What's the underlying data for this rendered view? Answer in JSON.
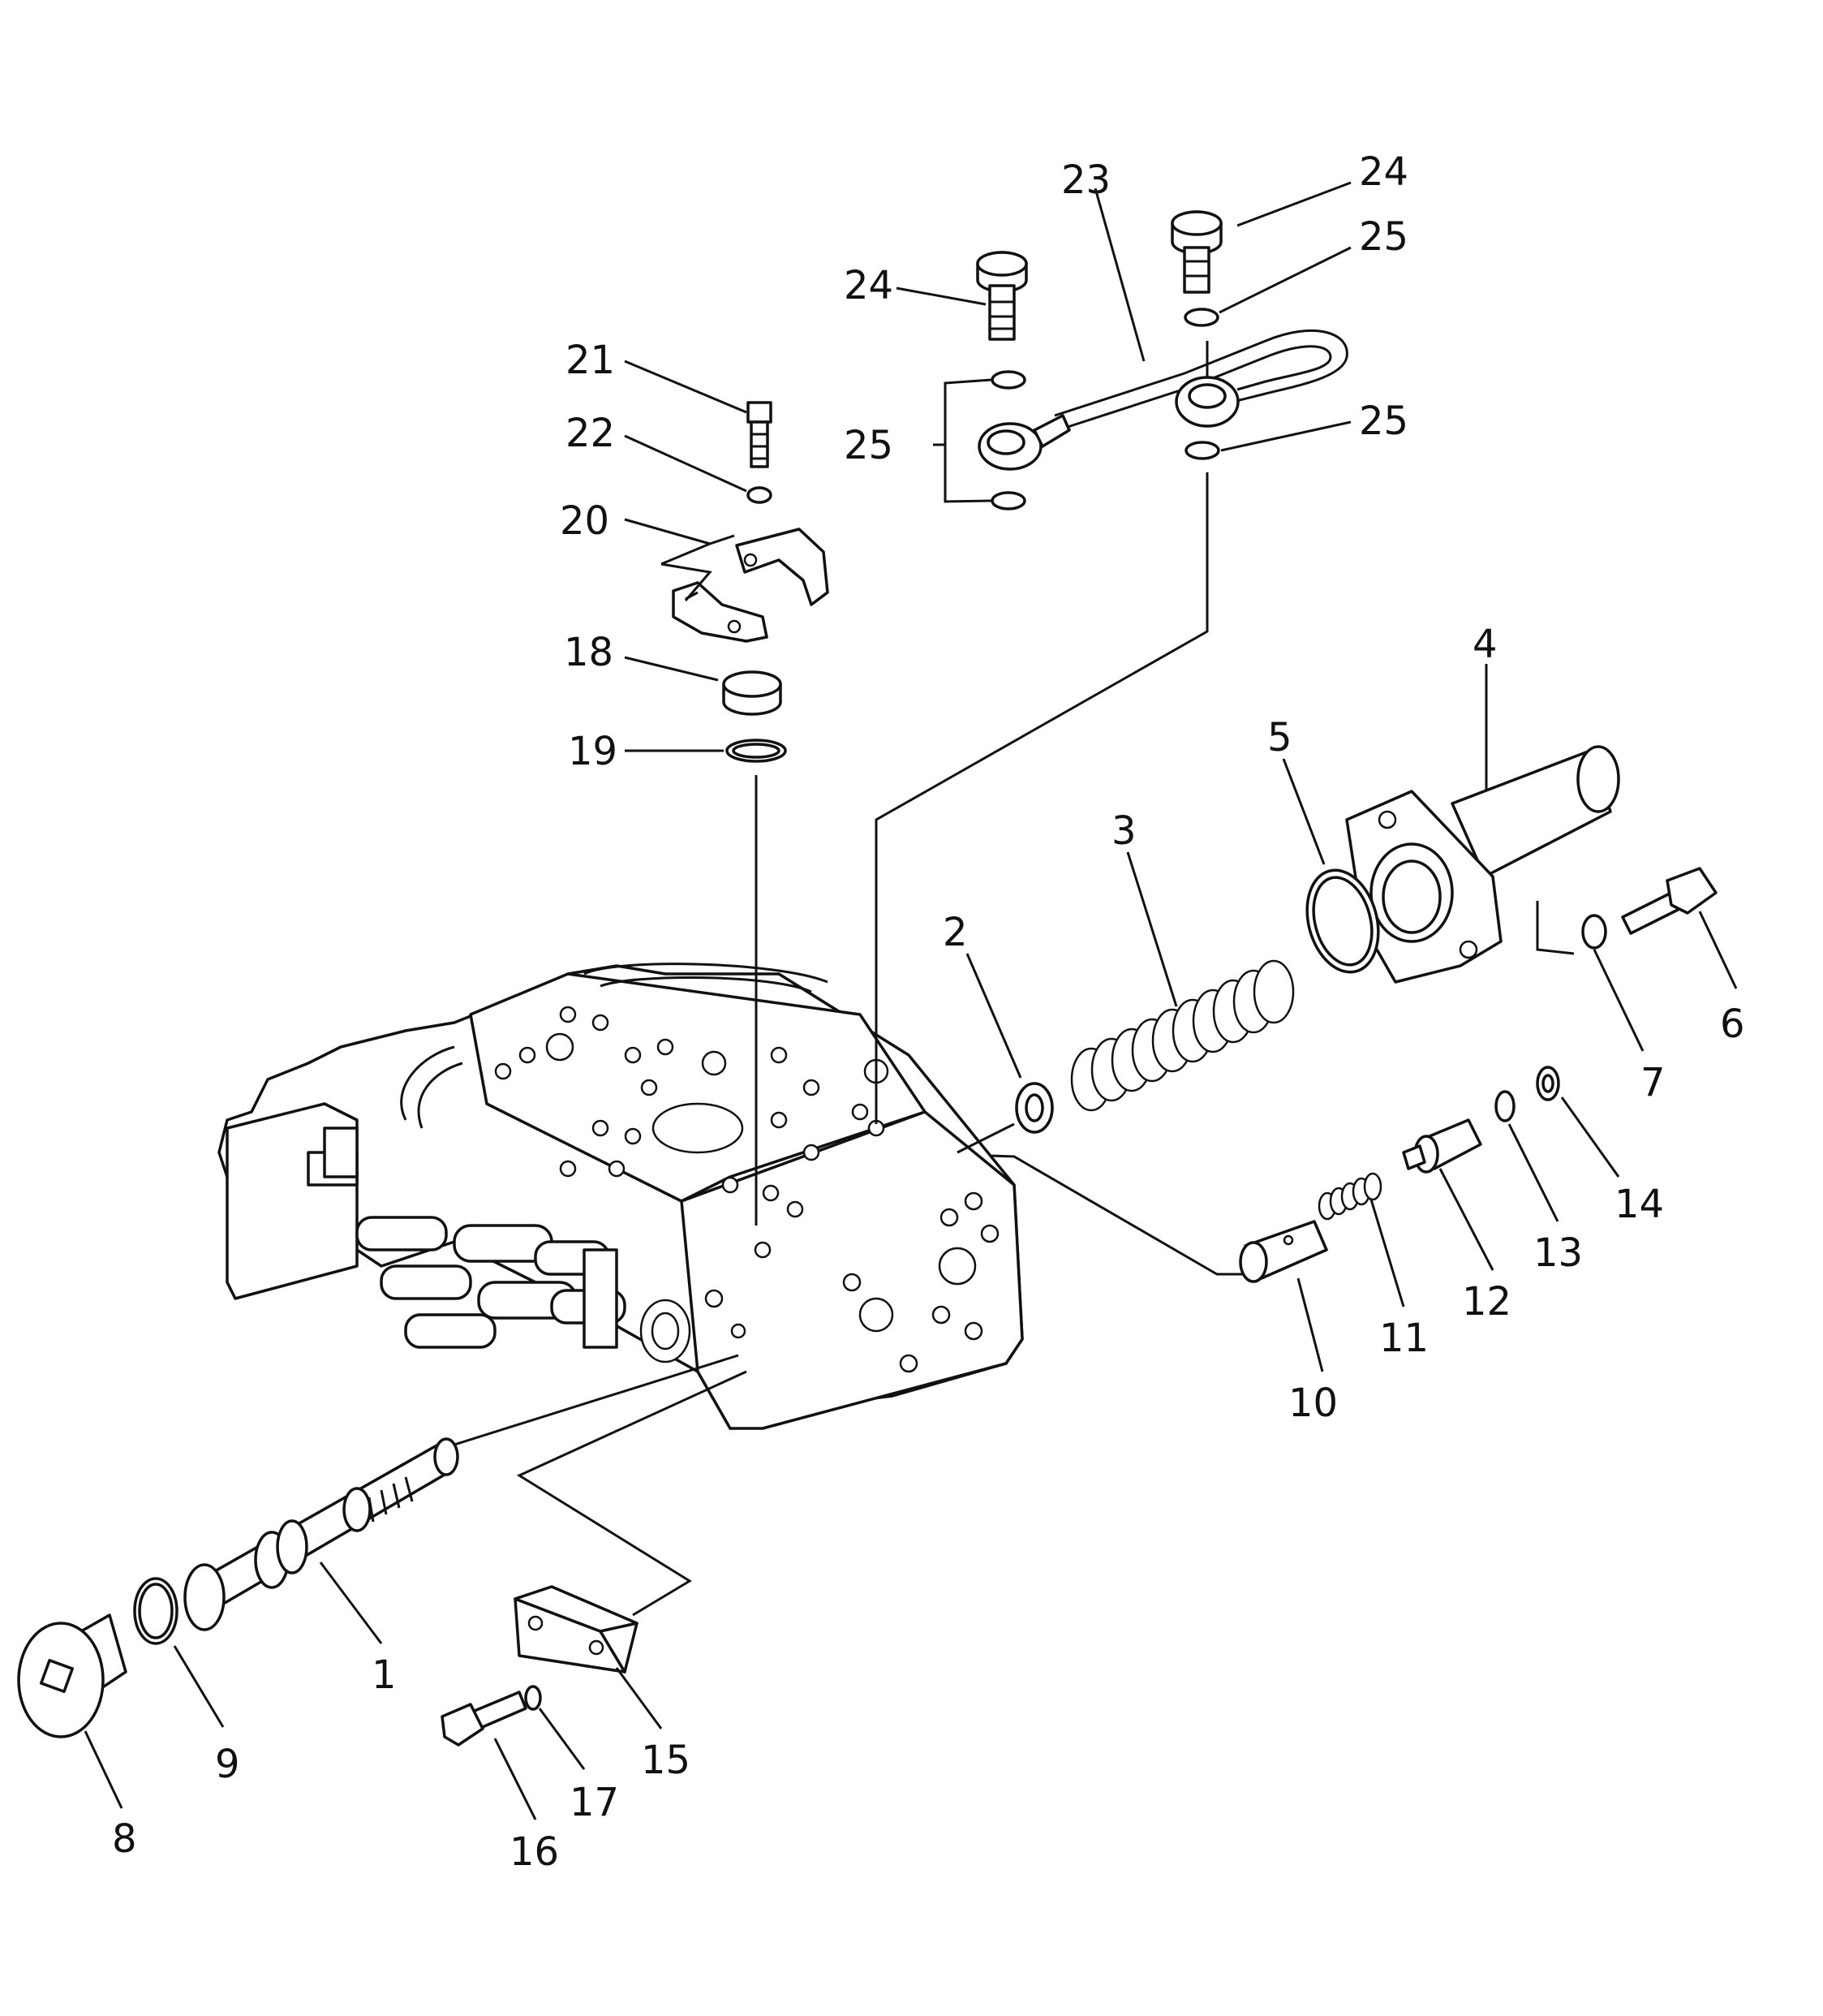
{
  "callouts": {
    "c1": "1",
    "c2": "2",
    "c3": "3",
    "c4": "4",
    "c5": "5",
    "c6": "6",
    "c7": "7",
    "c8": "8",
    "c9": "9",
    "c10": "10",
    "c11": "11",
    "c12": "12",
    "c13": "13",
    "c14": "14",
    "c15": "15",
    "c16": "16",
    "c17": "17",
    "c18": "18",
    "c19": "19",
    "c20": "20",
    "c21": "21",
    "c22": "22",
    "c23": "23",
    "c24a": "24",
    "c24b": "24",
    "c25a": "25",
    "c25b": "25",
    "c25c": "25"
  },
  "colors": {
    "ink": "#111111",
    "paper": "#ffffff"
  }
}
